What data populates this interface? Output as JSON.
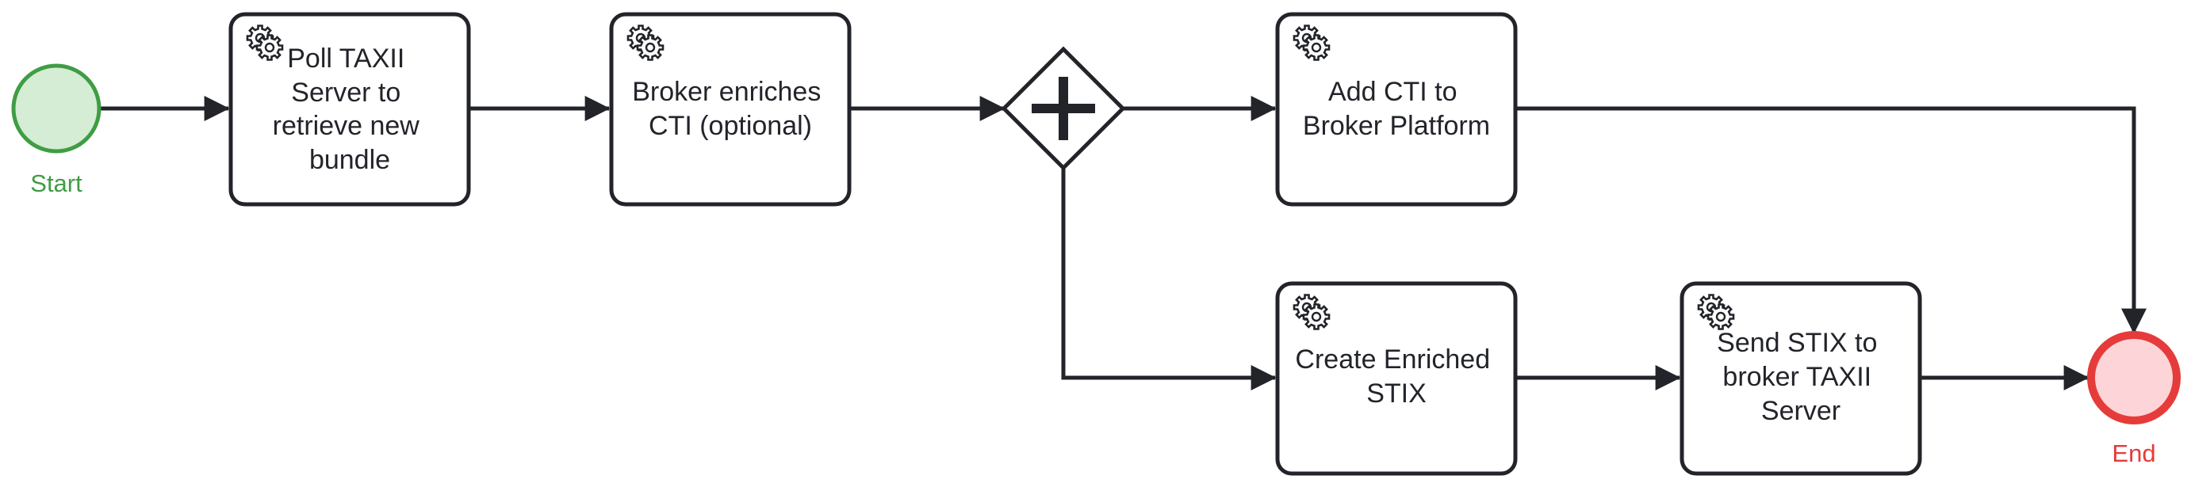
{
  "diagram": {
    "type": "bpmn-process",
    "colors": {
      "start_fill": "#d5ecd5",
      "start_stroke": "#3f9d44",
      "end_fill": "#fdd4d8",
      "end_stroke": "#e63b3b",
      "line": "#22242a"
    },
    "start": {
      "label": "Start"
    },
    "end": {
      "label": "End"
    },
    "gateway": {
      "kind": "parallel",
      "icon": "plus-icon"
    },
    "tasks": {
      "poll": {
        "icon": "gear-icon",
        "lines": [
          "Poll TAXII",
          "Server to",
          "retrieve new",
          "bundle"
        ]
      },
      "enrich": {
        "icon": "gear-icon",
        "lines": [
          "Broker enriches",
          "CTI (optional)"
        ]
      },
      "add": {
        "icon": "gear-icon",
        "lines": [
          "Add CTI to",
          "Broker Platform"
        ]
      },
      "create": {
        "icon": "gear-icon",
        "lines": [
          "Create Enriched",
          "STIX"
        ]
      },
      "send": {
        "icon": "gear-icon",
        "lines": [
          "Send STIX to",
          "broker TAXII",
          "Server"
        ]
      }
    }
  }
}
